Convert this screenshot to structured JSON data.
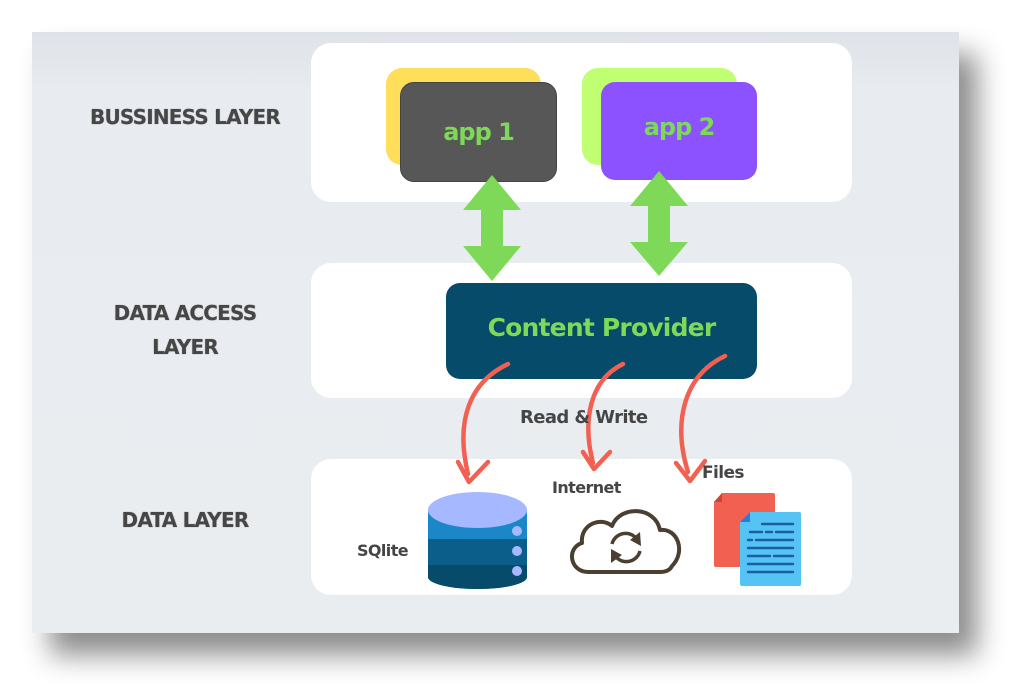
{
  "diagram": {
    "layers": [
      {
        "id": "business",
        "label": "BUSSINESS LAYER"
      },
      {
        "id": "data-access",
        "label_line1": "DATA ACCESS",
        "label_line2": "LAYER"
      },
      {
        "id": "data",
        "label": "DATA LAYER"
      }
    ],
    "apps": [
      {
        "label": "app 1",
        "color": "#575757",
        "back_color": "#ffde59"
      },
      {
        "label": "app 2",
        "color": "#8c52ff",
        "back_color": "#c1ff72"
      }
    ],
    "content_provider": {
      "label": "Content Provider",
      "color": "#064b69"
    },
    "edge_label": "Read & Write",
    "data_sources": [
      {
        "label": "SQlite",
        "icon": "database-icon"
      },
      {
        "label": "Internet",
        "icon": "cloud-sync-icon"
      },
      {
        "label": "Files",
        "icon": "files-icon"
      }
    ],
    "colors": {
      "text_accent": "#7dd957",
      "bidirectional_arrow": "#7dd957",
      "read_write_arrow": "#f26052"
    }
  }
}
